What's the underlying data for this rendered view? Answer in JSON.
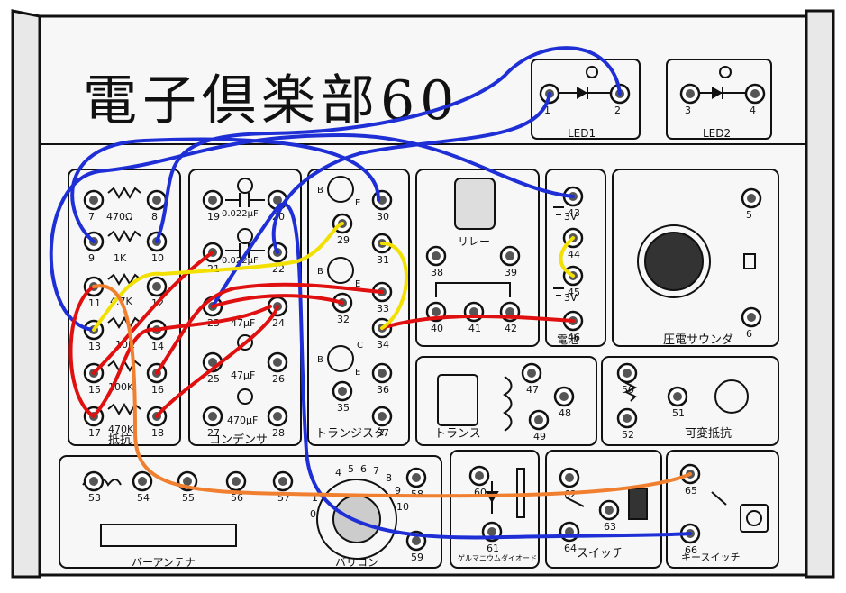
{
  "title": "電子倶楽部60",
  "sections": {
    "resistor": "抵抗",
    "capacitor": "コンデンサ",
    "transistor": "トランジスタ",
    "relay": "リレー",
    "battery": "電池",
    "buzzer": "圧電サウンダ",
    "transformer": "トランス",
    "variable_resistor": "可変抵抗",
    "bar_antenna": "バーアンテナ",
    "varicon": "バリコン",
    "diode": "ゲルマニウムダイオード",
    "switch": "スイッチ",
    "key_switch": "キースイッチ",
    "led1": "LED1",
    "led2": "LED2"
  },
  "component_values": {
    "r1": "470Ω",
    "r2": "1K",
    "r3": "4.7K",
    "r4": "10K",
    "r5": "100K",
    "r6": "470K",
    "c1": "0.022μF",
    "c2": "0.022μF",
    "c3": "47μF",
    "c4": "47μF",
    "c5": "470μF",
    "batt1": "3V",
    "batt2": "3V"
  },
  "letters": {
    "b": "B",
    "c": "C",
    "e": "E"
  },
  "terminals": {
    "t1": "1",
    "t2": "2",
    "t3": "3",
    "t4": "4",
    "t5": "5",
    "t6": "6",
    "t7": "7",
    "t8": "8",
    "t9": "9",
    "t10": "10",
    "t11": "11",
    "t12": "12",
    "t13": "13",
    "t14": "14",
    "t15": "15",
    "t16": "16",
    "t17": "17",
    "t18": "18",
    "t19": "19",
    "t20": "20",
    "t21": "21",
    "t22": "22",
    "t23": "23",
    "t24": "24",
    "t25": "25",
    "t26": "26",
    "t27": "27",
    "t28": "28",
    "t29": "29",
    "t30": "30",
    "t31": "31",
    "t32": "32",
    "t33": "33",
    "t34": "34",
    "t35": "35",
    "t36": "36",
    "t37": "37",
    "t38": "38",
    "t39": "39",
    "t40": "40",
    "t41": "41",
    "t42": "42",
    "t43": "43",
    "t44": "44",
    "t45": "45",
    "t46": "46",
    "t47": "47",
    "t48": "48",
    "t49": "49",
    "t50": "50",
    "t51": "51",
    "t52": "52",
    "t53": "53",
    "t54": "54",
    "t55": "55",
    "t56": "56",
    "t57": "57",
    "t58": "58",
    "t59": "59",
    "t60": "60",
    "t61": "61",
    "t62": "62",
    "t63": "63",
    "t64": "64",
    "t65": "65",
    "t66": "66"
  },
  "varicon_scale": {
    "s0": "0",
    "s1": "1",
    "s4": "4",
    "s5": "5",
    "s6": "6",
    "s7": "7",
    "s8": "8",
    "s9": "9",
    "s10": "10"
  },
  "wire_colors": {
    "blue": "#1f2fd6",
    "red": "#e01010",
    "yellow": "#f2e000",
    "orange": "#f08030"
  }
}
